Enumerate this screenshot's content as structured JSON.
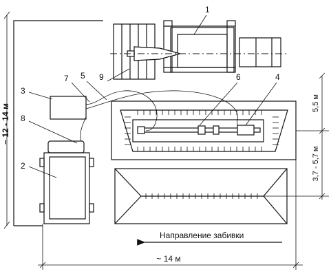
{
  "labels": {
    "l1": "1",
    "l2": "2",
    "l3": "3",
    "l4": "4",
    "l5": "5",
    "l6": "6",
    "l7": "7",
    "l8": "8",
    "l9": "9"
  },
  "dimensions": {
    "left_height": "~ 12 - 14 м",
    "right_upper": "5,5 м",
    "right_lower": "3,7 - 5,7 м",
    "bottom_width": "~ 14 м"
  },
  "direction_caption": "Направление забивки"
}
